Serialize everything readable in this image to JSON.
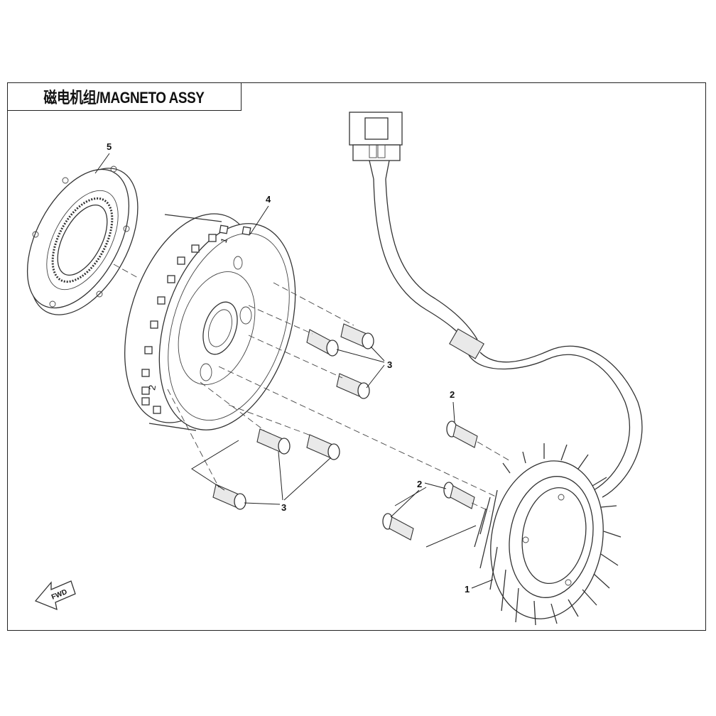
{
  "title": "磁电机组/MAGNETO ASSY",
  "fwd_label": "FWD",
  "embossed_marks": [
    "1",
    "2"
  ],
  "callouts": [
    {
      "id": "stator",
      "label": "1"
    },
    {
      "id": "bolt-stator-upper",
      "label": "2"
    },
    {
      "id": "bolt-stator-pair",
      "label": "2"
    },
    {
      "id": "bolt-group-upper",
      "label": "3"
    },
    {
      "id": "bolt-group-lower",
      "label": "3"
    },
    {
      "id": "rotor",
      "label": "4"
    },
    {
      "id": "one-way-clutch",
      "label": "5"
    }
  ]
}
